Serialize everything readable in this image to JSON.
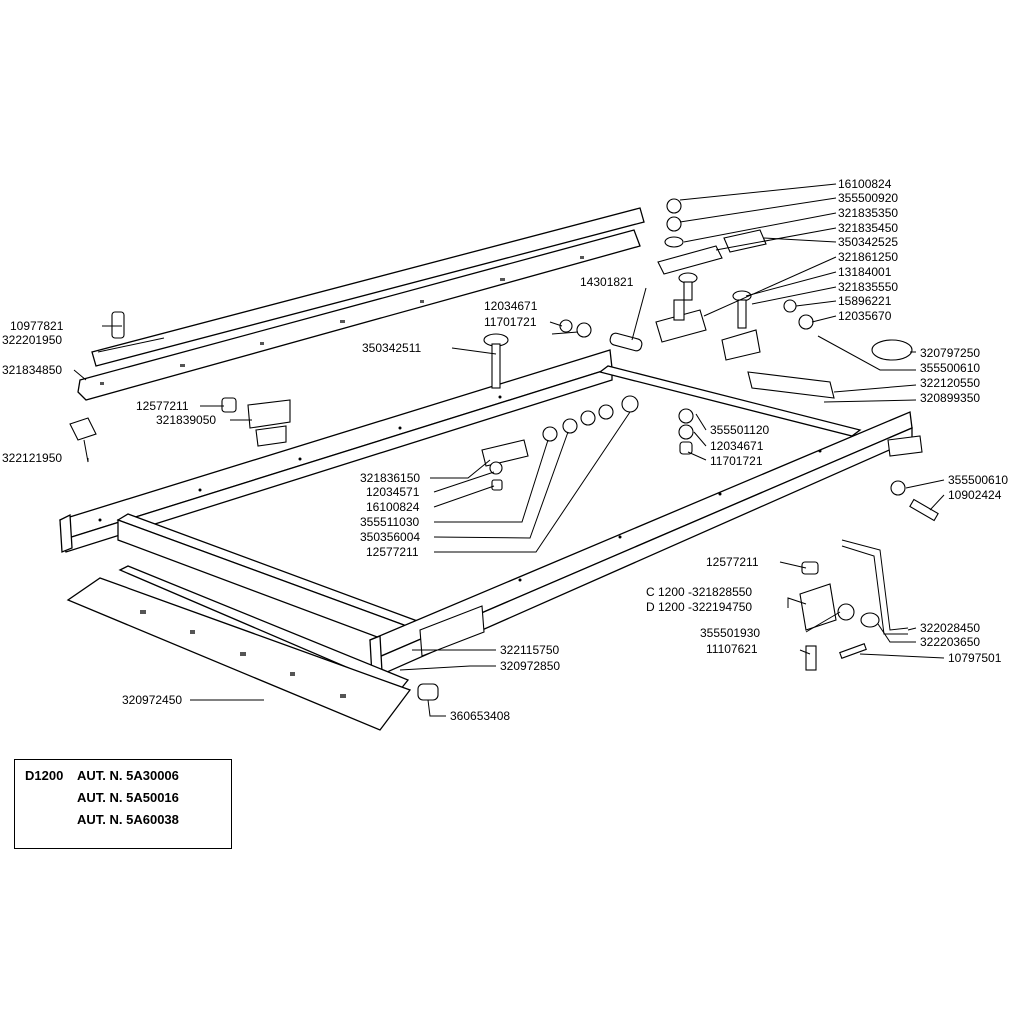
{
  "labels": {
    "p16100824_top": "16100824",
    "p355500920": "355500920",
    "p321835350": "321835350",
    "p321835450": "321835450",
    "p350342525": "350342525",
    "p321861250": "321861250",
    "p13184001": "13184001",
    "p321835550": "321835550",
    "p15896221": "15896221",
    "p12035670": "12035670",
    "p14301821": "14301821",
    "p12034671_top": "12034671",
    "p11701721_top": "11701721",
    "p10977821": "10977821",
    "p322201950": "322201950",
    "p321834850": "321834850",
    "p350342511": "350342511",
    "p12577211_left": "12577211",
    "p321839050": "321839050",
    "p322121950": "322121950",
    "p320797250": "320797250",
    "p355500610_a": "355500610",
    "p322120550": "322120550",
    "p320899350": "320899350",
    "p355501120": "355501120",
    "p12034671_mid": "12034671",
    "p11701721_mid": "11701721",
    "p321836150": "321836150",
    "p12034571": "12034571",
    "p16100824_mid": "16100824",
    "p355511030": "355511030",
    "p350356004": "350356004",
    "p12577211_mid": "12577211",
    "p355500610_b": "355500610",
    "p10902424": "10902424",
    "p12577211_right": "12577211",
    "p321828550": "C 1200 -321828550",
    "p322194750": "D 1200 -322194750",
    "p322028450": "322028450",
    "p355501930": "355501930",
    "p322203650": "322203650",
    "p11107621": "11107621",
    "p10797501": "10797501",
    "p322115750": "322115750",
    "p320972850": "320972850",
    "p320972450": "320972450",
    "p360653408": "360653408"
  },
  "info_box": {
    "model": "D1200",
    "aut_1": "AUT. N. 5A30006",
    "aut_2": "AUT. N. 5A50016",
    "aut_3": "AUT. N. 5A60038"
  }
}
